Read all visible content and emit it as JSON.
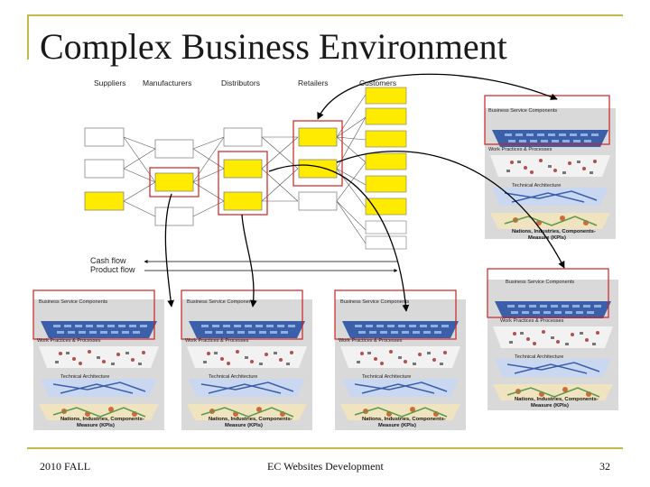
{
  "slide": {
    "title": "Complex Business Environment",
    "footer_left": "2010 FALL",
    "footer_center": "EC Websites Development",
    "page_number": "32"
  },
  "supply_chain": {
    "column_headers": [
      "Suppliers",
      "Manufacturers",
      "Distributors",
      "Retailers",
      "Customers"
    ],
    "cash_flow_label": "Cash flow",
    "product_flow_label": "Product flow"
  },
  "architecture_panel": {
    "layer_1": "Business Service Components",
    "layer_2": "Work Practices & Processes",
    "layer_3": "Technical Architecture",
    "layer_4_line1": "Nations, Industries, Components-",
    "layer_4_line2": "Measure (KPIs)"
  },
  "colors": {
    "accent_yellow": "#ffeb00",
    "highlight_red": "#cc2222",
    "decor_gold": "#c8b84a",
    "panel_blue": "#3b5fa8"
  }
}
